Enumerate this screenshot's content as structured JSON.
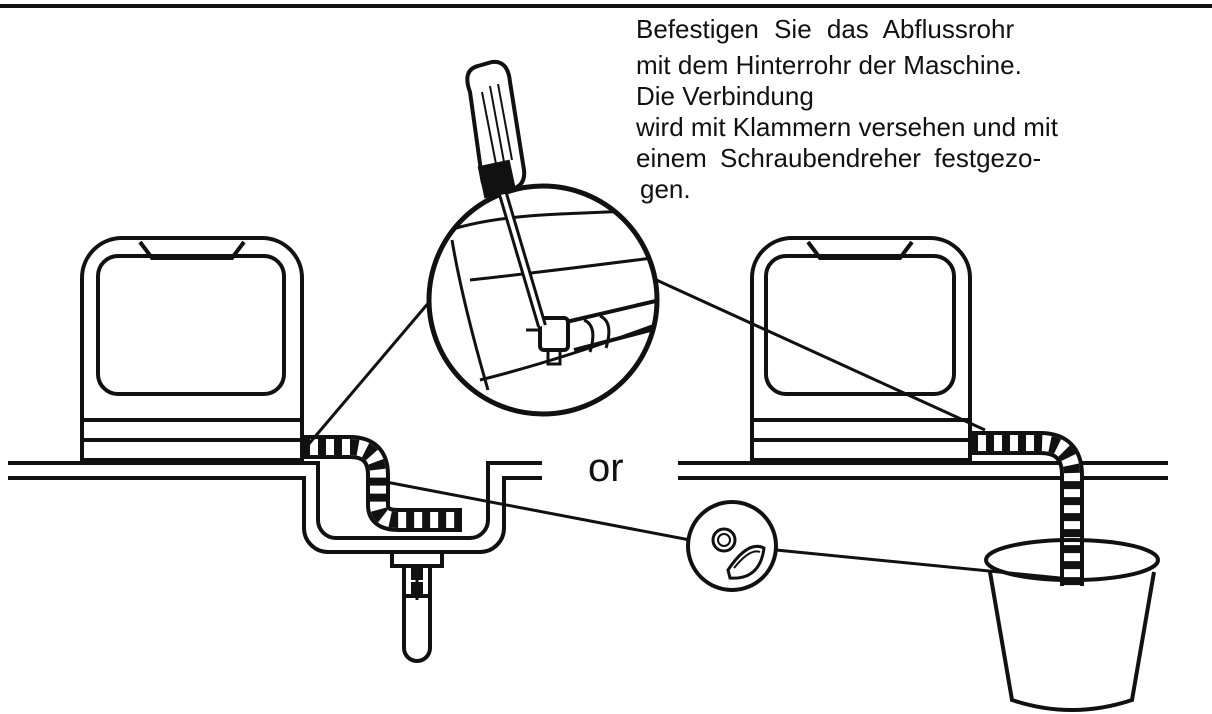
{
  "instruction": {
    "lines": [
      "Befestigen Sie das Abflussrohr",
      "mit dem Hinterrohr der Maschine.",
      "Die Verbindung",
      "wird mit Klammern versehen und mit",
      "einem Schraubendreher festgezo-",
      "gen."
    ]
  },
  "or_label": "or",
  "icons": [
    "dishwasher-left-icon",
    "dishwasher-right-icon",
    "sink-icon",
    "bucket-icon",
    "screwdriver-icon",
    "hose-clamp-icon"
  ],
  "colors": {
    "ink": "#111111",
    "background": "#ffffff"
  }
}
